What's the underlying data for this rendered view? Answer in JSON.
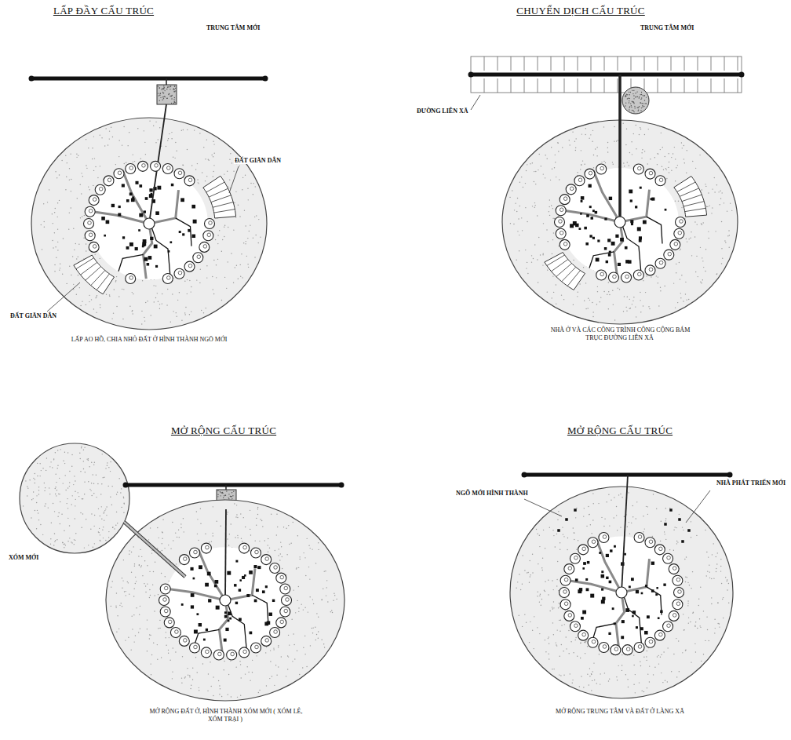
{
  "diagram": {
    "labels": [
      "LẤP ĐẦY CẤU TRÚC",
      "TRUNG TÂM MỚI",
      "ĐẤT GIÃN DÂN",
      "ĐẤT GIÃN DÂN",
      "LẤP AO HỒ, CHIA NHỎ ĐẤT Ở HÌNH THÀNH NGÕ MỚI",
      "CHUYỂN DỊCH CẤU TRÚC",
      "TRUNG TÂM MỚI",
      "ĐƯỜNG LIÊN XÃ",
      "NHÀ Ở VÀ CÁC CÔNG TRÌNH CÔNG CỘNG BÁM TRỤC ĐƯỜNG LIÊN XÃ",
      "MỞ RỘNG CẤU TRÚC",
      "XÓM MỚI",
      "MỞ RỘNG ĐẤT Ở, HÌNH THÀNH XÓM MỚI ( XÓM LẺ, XÓM TRẠI )",
      "MỞ RỘNG CẤU TRÚC",
      "NGÕ MỚI HÌNH THÀNH",
      "NHÀ PHÁT TRIỂN MỚI",
      "MỞ RỘNG TRUNG TÂM VÀ ĐẤT Ở LÀNG XÃ"
    ]
  }
}
